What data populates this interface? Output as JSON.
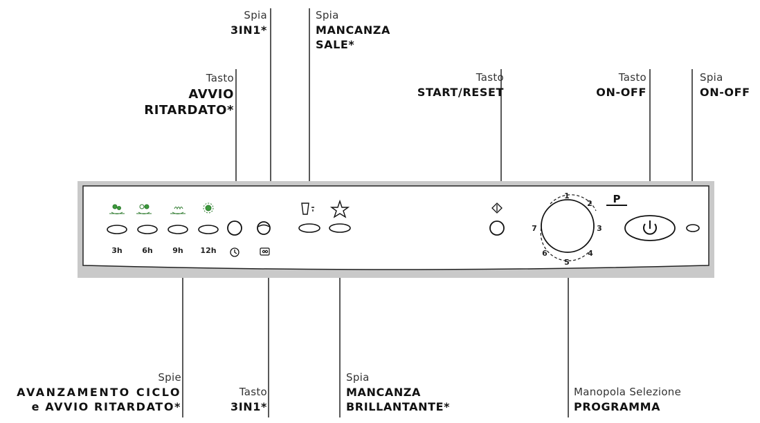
{
  "labels": {
    "spia_3in1": {
      "line1": "Spia",
      "line2": "3IN1*"
    },
    "spia_mancanza_sale": {
      "line1": "Spia",
      "line2": "MANCANZA",
      "line3": "SALE*"
    },
    "tasto_avvio_ritardato": {
      "line1": "Tasto",
      "line2": "AVVIO",
      "line3": "RITARDATO*"
    },
    "tasto_start_reset": {
      "line1": "Tasto",
      "line2": "START/RESET"
    },
    "tasto_on_off": {
      "line1": "Tasto",
      "line2": "ON-OFF"
    },
    "spia_on_off": {
      "line1": "Spia",
      "line2": "ON-OFF"
    },
    "spie_avanzamento": {
      "line1": "Spie",
      "line2": "AVANZAMENTO CICLO",
      "line3": "e AVVIO RITARDATO*"
    },
    "tasto_3in1": {
      "line1": "Tasto",
      "line2": "3IN1*"
    },
    "spia_mancanza_brillantante": {
      "line1": "Spia",
      "line2": "MANCANZA",
      "line3": "BRILLANTANTE*"
    },
    "manopola": {
      "line1": "Manopola Selezione",
      "line2": "PROGRAMMA"
    }
  },
  "panel": {
    "delay_hours": [
      "3h",
      "6h",
      "9h",
      "12h"
    ],
    "program_marker": "P",
    "dial_numbers": [
      "1",
      "2",
      "3",
      "4",
      "5",
      "6",
      "7"
    ]
  },
  "icons": [
    "wash-phase-icon",
    "dry-phase-icon",
    "steam-phase-icon",
    "end-phase-icon",
    "delay-clock-icon",
    "3in1-tablet-icon",
    "salt-icon",
    "rinse-aid-star-icon",
    "start-reset-icon",
    "power-icon"
  ]
}
